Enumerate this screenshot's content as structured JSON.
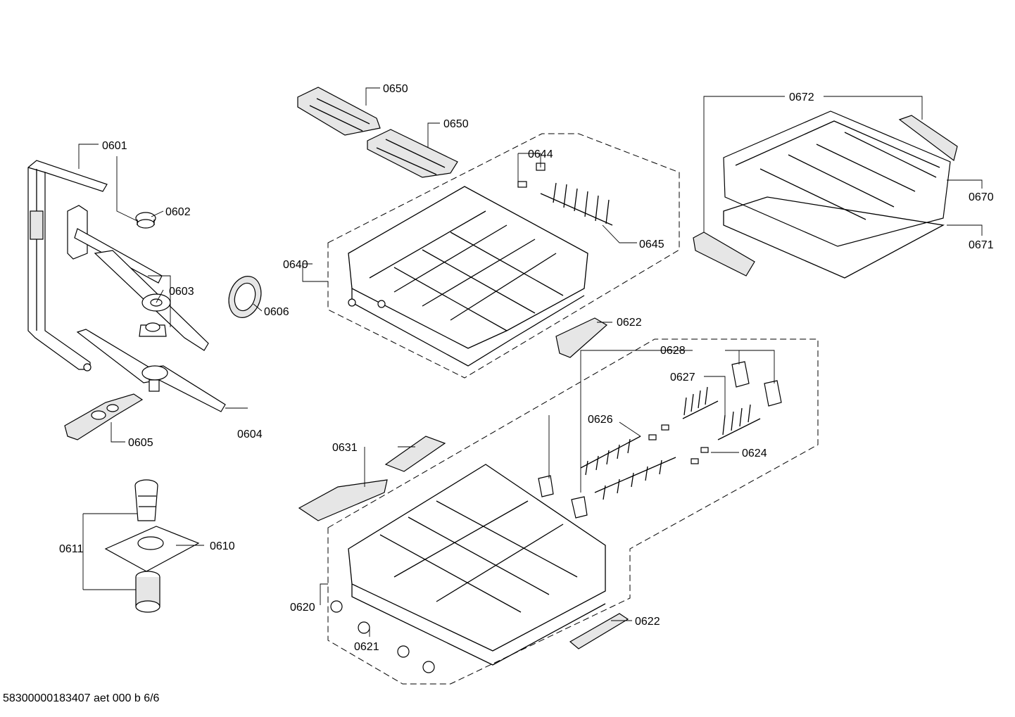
{
  "diagram": {
    "labels": {
      "p0601": "0601",
      "p0602": "0602",
      "p0603": "0603",
      "p0604": "0604",
      "p0605": "0605",
      "p0606": "0606",
      "p0610": "0610",
      "p0611": "0611",
      "p0620": "0620",
      "p0621": "0621",
      "p0622_upper": "0622",
      "p0622_lower": "0622",
      "p0624": "0624",
      "p0626": "0626",
      "p0627": "0627",
      "p0628": "0628",
      "p0631": "0631",
      "p0640": "0640",
      "p0644": "0644",
      "p0645": "0645",
      "p0650_a": "0650",
      "p0650_b": "0650",
      "p0670": "0670",
      "p0671": "0671",
      "p0672": "0672"
    },
    "footer": "58300000183407 aet 000 b 6/6"
  }
}
